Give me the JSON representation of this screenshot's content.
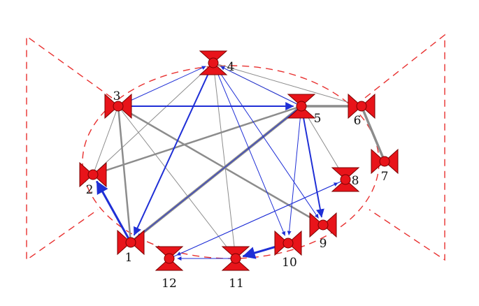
{
  "colors": {
    "node_fill": "#e8141a",
    "node_stroke": "#7a0000",
    "boundary": "#e8302f",
    "gray_edge": "#8c8c8c",
    "blue_edge": "#1f2fd6"
  },
  "nodes": [
    {
      "id": 1,
      "label": "1",
      "orientation": "horizontal"
    },
    {
      "id": 2,
      "label": "2",
      "orientation": "horizontal"
    },
    {
      "id": 3,
      "label": "3",
      "orientation": "horizontal"
    },
    {
      "id": 4,
      "label": "4",
      "orientation": "vertical"
    },
    {
      "id": 5,
      "label": "5",
      "orientation": "vertical"
    },
    {
      "id": 6,
      "label": "6",
      "orientation": "horizontal"
    },
    {
      "id": 7,
      "label": "7",
      "orientation": "horizontal"
    },
    {
      "id": 8,
      "label": "8",
      "orientation": "vertical"
    },
    {
      "id": 9,
      "label": "9",
      "orientation": "horizontal"
    },
    {
      "id": 10,
      "label": "10",
      "orientation": "horizontal"
    },
    {
      "id": 11,
      "label": "11",
      "orientation": "vertical"
    },
    {
      "id": 12,
      "label": "12",
      "orientation": "vertical"
    }
  ],
  "edges": [
    {
      "from": 3,
      "to": 5,
      "kind": "blue",
      "weight": 2
    },
    {
      "from": 3,
      "to": 4,
      "kind": "blue",
      "weight": 1
    },
    {
      "from": 4,
      "to": 1,
      "kind": "blue",
      "weight": 2
    },
    {
      "from": 4,
      "to": 10,
      "kind": "blue",
      "weight": 1
    },
    {
      "from": 4,
      "to": 9,
      "kind": "blue",
      "weight": 1
    },
    {
      "from": 5,
      "to": 4,
      "kind": "blue",
      "weight": 1
    },
    {
      "from": 5,
      "to": 9,
      "kind": "blue",
      "weight": 2
    },
    {
      "from": 5,
      "to": 10,
      "kind": "blue",
      "weight": 1
    },
    {
      "from": 5,
      "to": 1,
      "kind": "blue",
      "weight": 1
    },
    {
      "from": 1,
      "to": 2,
      "kind": "blue",
      "weight": 3
    },
    {
      "from": 10,
      "to": 11,
      "kind": "blue",
      "weight": 3
    },
    {
      "from": 11,
      "to": 12,
      "kind": "blue",
      "weight": 1
    },
    {
      "from": 12,
      "to": 8,
      "kind": "blue",
      "weight": 1
    },
    {
      "from": 8,
      "to": 12,
      "kind": "blue",
      "weight": 1
    },
    {
      "from": 1,
      "to": 5,
      "kind": "gray",
      "weight": 4
    },
    {
      "from": 2,
      "to": 5,
      "kind": "gray",
      "weight": 2.5
    },
    {
      "from": 3,
      "to": 9,
      "kind": "gray",
      "weight": 2.5
    },
    {
      "from": 3,
      "to": 1,
      "kind": "gray",
      "weight": 2.5
    },
    {
      "from": 5,
      "to": 6,
      "kind": "gray",
      "weight": 3.5
    },
    {
      "from": 6,
      "to": 7,
      "kind": "gray",
      "weight": 3.5
    },
    {
      "from": 3,
      "to": 2,
      "kind": "gray",
      "weight": 1
    },
    {
      "from": 2,
      "to": 4,
      "kind": "gray",
      "weight": 1
    },
    {
      "from": 3,
      "to": 11,
      "kind": "gray",
      "weight": 1
    },
    {
      "from": 4,
      "to": 5,
      "kind": "gray",
      "weight": 1
    },
    {
      "from": 4,
      "to": 6,
      "kind": "gray",
      "weight": 1
    },
    {
      "from": 5,
      "to": 8,
      "kind": "gray",
      "weight": 1
    },
    {
      "from": 4,
      "to": 11,
      "kind": "gray",
      "weight": 1
    }
  ]
}
